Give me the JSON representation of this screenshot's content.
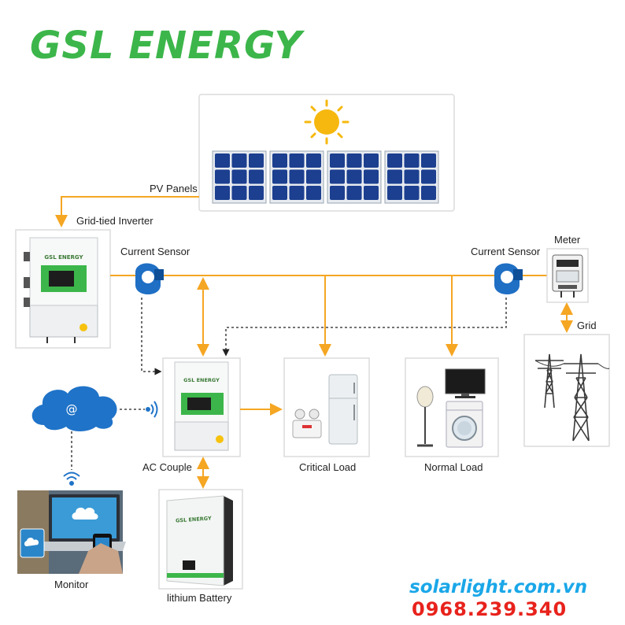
{
  "brand": "GSL ENERGY",
  "labels": {
    "pv_panels": "PV Panels",
    "grid_tied_inverter": "Grid-tied Inverter",
    "current_sensor_left": "Current Sensor",
    "current_sensor_right": "Current Sensor",
    "meter": "Meter",
    "grid": "Grid",
    "ac_couple": "AC Couple",
    "critical_load": "Critical Load",
    "normal_load": "Normal Load",
    "monitor": "Monitor",
    "lithium_battery": "lithium Battery"
  },
  "device_brand": "GSL ENERGY",
  "cloud_symbol": "@",
  "website": "solarlight.com.vn",
  "phone": "0968.239.340",
  "colors": {
    "brand_green": "#3cb64a",
    "flow_orange": "#f5a623",
    "panel_blue": "#1c3f8f",
    "sensor_blue": "#1f6fc4",
    "website_blue": "#1aa7e8",
    "phone_red": "#e8221c",
    "cloud_blue": "#1f73c8"
  },
  "icons": [
    "sun-icon",
    "solar-panel-icon",
    "inverter-icon",
    "current-sensor-icon",
    "meter-icon",
    "transmission-tower-icon",
    "cloud-icon",
    "wifi-icon",
    "laptop-icon",
    "battery-icon",
    "refrigerator-icon",
    "emergency-light-icon",
    "tv-icon",
    "washing-machine-icon",
    "lamp-icon"
  ]
}
